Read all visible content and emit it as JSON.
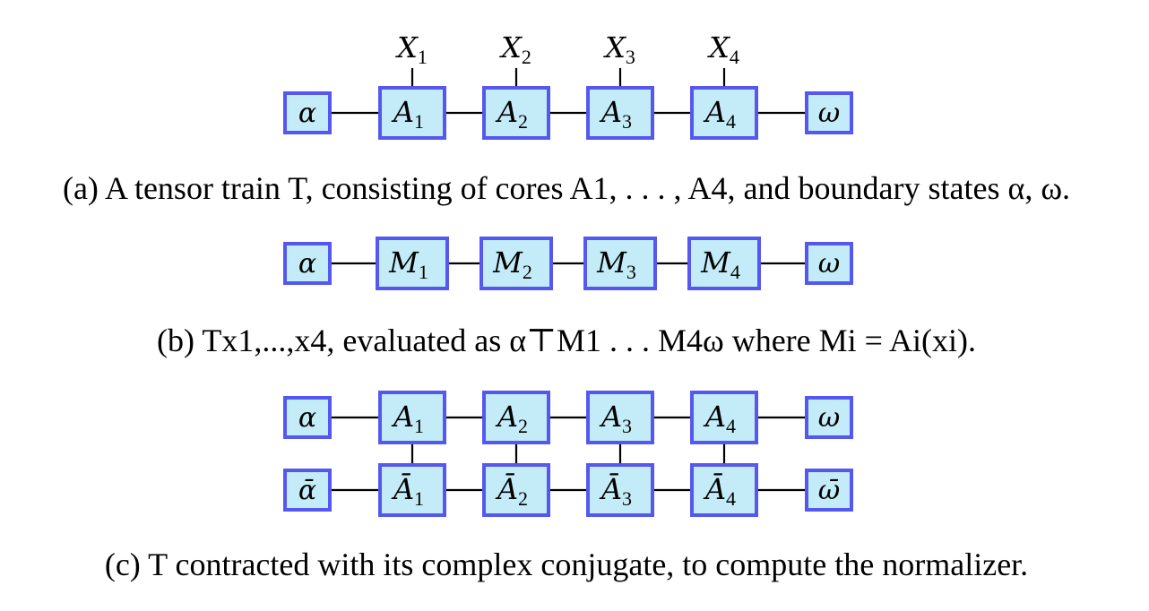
{
  "diagram_a": {
    "left_boundary": "α",
    "right_boundary": "ω",
    "cores": [
      {
        "name": "A",
        "sub": "1",
        "input": "X",
        "input_sub": "1"
      },
      {
        "name": "A",
        "sub": "2",
        "input": "X",
        "input_sub": "2"
      },
      {
        "name": "A",
        "sub": "3",
        "input": "X",
        "input_sub": "3"
      },
      {
        "name": "A",
        "sub": "4",
        "input": "X",
        "input_sub": "4"
      }
    ],
    "caption": "(a) A tensor train T, consisting of cores A1, . . . , A4, and boundary states α, ω."
  },
  "diagram_b": {
    "left_boundary": "α",
    "right_boundary": "ω",
    "cores": [
      {
        "name": "M",
        "sub": "1"
      },
      {
        "name": "M",
        "sub": "2"
      },
      {
        "name": "M",
        "sub": "3"
      },
      {
        "name": "M",
        "sub": "4"
      }
    ],
    "caption": "(b) Tx1,...,x4, evaluated as α⊤M1 . . . M4ω where Mi = Ai(xi)."
  },
  "diagram_c": {
    "top": {
      "left_boundary": "α",
      "right_boundary": "ω",
      "cores": [
        {
          "name": "A",
          "sub": "1"
        },
        {
          "name": "A",
          "sub": "2"
        },
        {
          "name": "A",
          "sub": "3"
        },
        {
          "name": "A",
          "sub": "4"
        }
      ]
    },
    "bottom": {
      "left_boundary": "ᾱ",
      "right_boundary": "ω̄",
      "cores": [
        {
          "name": "Ā",
          "sub": "1"
        },
        {
          "name": "Ā",
          "sub": "2"
        },
        {
          "name": "Ā",
          "sub": "3"
        },
        {
          "name": "Ā",
          "sub": "4"
        }
      ]
    },
    "caption": "(c) T contracted with its complex conjugate, to compute the normalizer."
  }
}
